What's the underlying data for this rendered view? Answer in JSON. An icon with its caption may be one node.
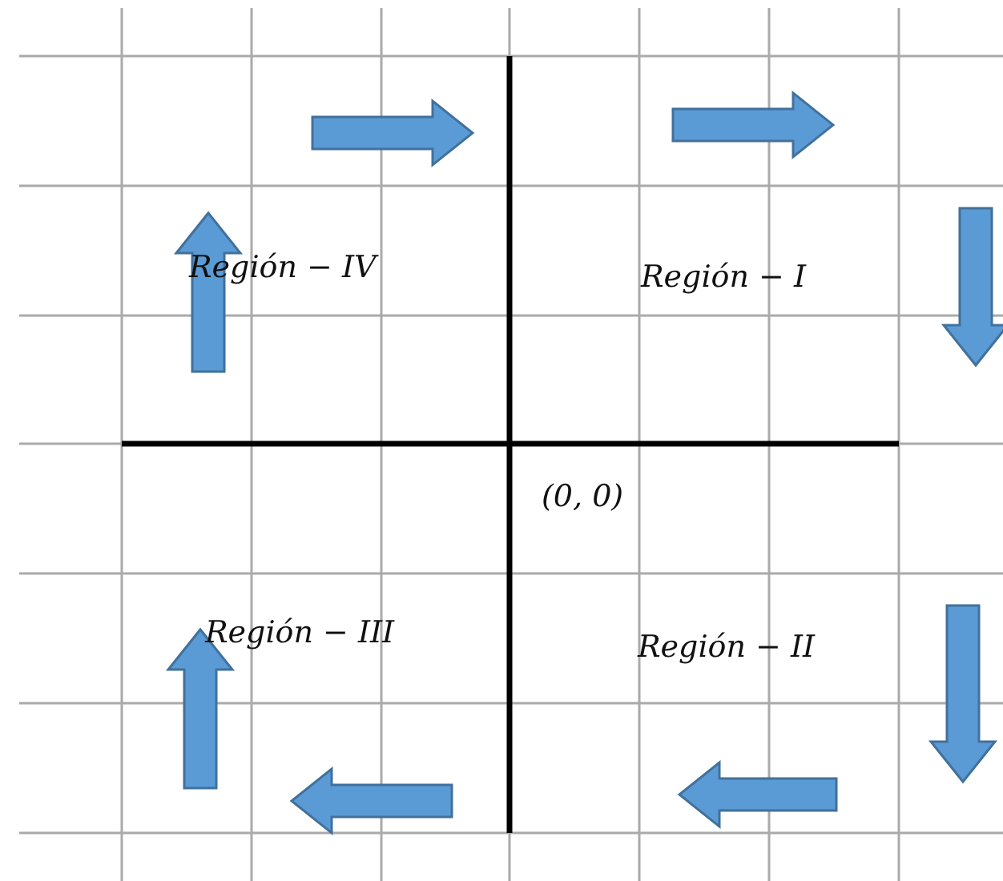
{
  "diagram": {
    "labels": [
      "Región − IV",
      "Región − I",
      "(0, 0)",
      "Región − III",
      "Región − II"
    ]
  }
}
